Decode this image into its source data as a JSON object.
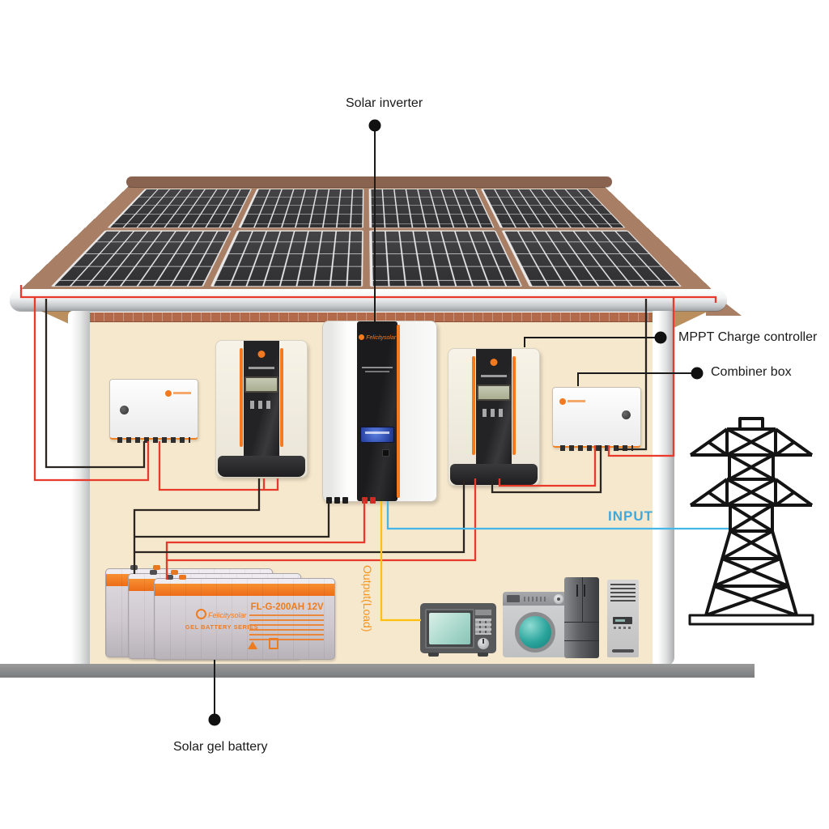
{
  "diagram": {
    "title_labels": {
      "solar_inverter": "Solar inverter",
      "mppt_controller": "MPPT Charge controller",
      "combiner_box": "Combiner box",
      "solar_gel_battery": "Solar gel battery",
      "input": "INPUT",
      "output_load": "Output(Load)"
    },
    "brand": "Felicitysolar",
    "battery": {
      "brand": "Felicitysolar",
      "series": "GEL BATTERY SERIES",
      "model": "FL-G-200AH 12V"
    },
    "solar_array": {
      "rows": 2,
      "columns": 4
    },
    "icons": [
      "solar-panel-array",
      "grid-tower-icon",
      "microwave-icon",
      "washing-machine-icon",
      "refrigerator-icon",
      "air-conditioner-icon"
    ],
    "colors": {
      "pv_wire_red": "#e8392b",
      "pv_wire_black": "#2b2522",
      "output_wire_yellow": "#ffc10e",
      "input_wire_cyan": "#45b6e8",
      "accent_orange": "#f4791f",
      "input_label_cyan": "#3fa9dc",
      "output_label_orange": "#f7941e",
      "roof_brown": "#a87e64",
      "wall_cream": "#f6e8cd"
    }
  }
}
